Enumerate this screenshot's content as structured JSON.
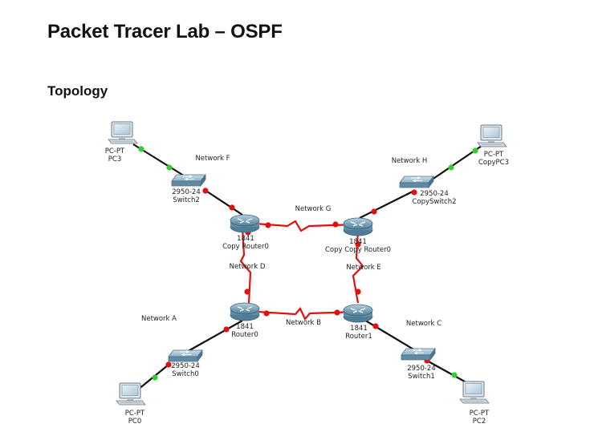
{
  "page": {
    "title": "Packet Tracer Lab – OSPF",
    "subtitle": "Topology"
  },
  "topology": {
    "devices": {
      "pc3": {
        "model": "PC-PT",
        "name": "PC3"
      },
      "copypc3": {
        "model": "PC-PT",
        "name": "CopyPC3"
      },
      "pc0": {
        "model": "PC-PT",
        "name": "PC0"
      },
      "pc2": {
        "model": "PC-PT",
        "name": "PC2"
      },
      "switch2": {
        "model": "2950-24",
        "name": "Switch2"
      },
      "copyswitch2": {
        "model": "2950-24",
        "name": "CopySwitch2"
      },
      "switch0": {
        "model": "2950-24",
        "name": "Switch0"
      },
      "switch1": {
        "model": "2950-24",
        "name": "Switch1"
      },
      "copyrouter0": {
        "model": "1841",
        "name": "Copy Router0"
      },
      "copycopyrouter0": {
        "model": "1841",
        "name": "Copy Copy Router0"
      },
      "router0": {
        "model": "1841",
        "name": "Router0"
      },
      "router1": {
        "model": "1841",
        "name": "Router1"
      }
    },
    "networks": {
      "f": "Network F",
      "h": "Network H",
      "g": "Network G",
      "d": "Network D",
      "e": "Network E",
      "a": "Network A",
      "b": "Network B",
      "c": "Network C"
    },
    "colors": {
      "ethernet": "#111111",
      "serial": "#e01010",
      "link_up": "#33cc33",
      "link_down": "#e01010"
    }
  }
}
